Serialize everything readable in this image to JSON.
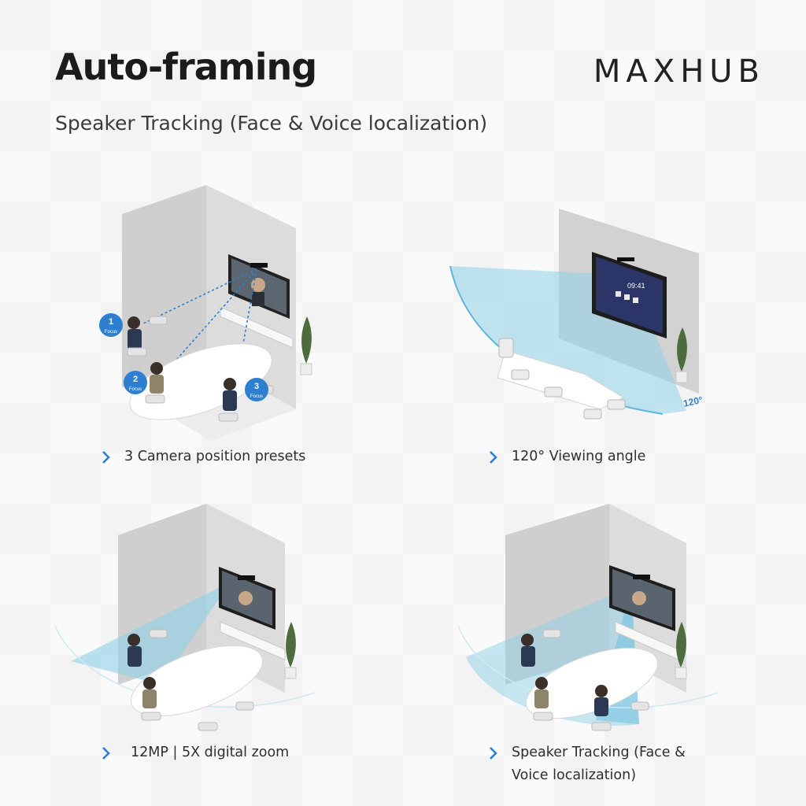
{
  "header": {
    "title": "Auto-framing",
    "brand": "MAXHUB",
    "subtitle": "Speaker Tracking (Face & Voice localization)"
  },
  "panels": [
    {
      "caption": "3 Camera position presets",
      "badges": [
        {
          "number": "1",
          "label": "Focus"
        },
        {
          "number": "2",
          "label": "Focus"
        },
        {
          "number": "3",
          "label": "Focus"
        }
      ]
    },
    {
      "caption": "120° Viewing angle",
      "angle_label": "120°",
      "screen_clock": "09:41"
    },
    {
      "caption": "12MP | 5X digital zoom"
    },
    {
      "caption": "Speaker Tracking (Face & Voice localization)",
      "caption_line1": "Speaker Tracking (Face &",
      "caption_line2": "Voice localization)"
    }
  ],
  "colors": {
    "accent": "#2f7fd0",
    "beam": "#8fd0e8",
    "wall": "#cfcfcf",
    "chevron": "#2c7fd3"
  },
  "icons": [
    "chevron-right-icon",
    "plant-icon",
    "camera-icon",
    "display-icon"
  ]
}
